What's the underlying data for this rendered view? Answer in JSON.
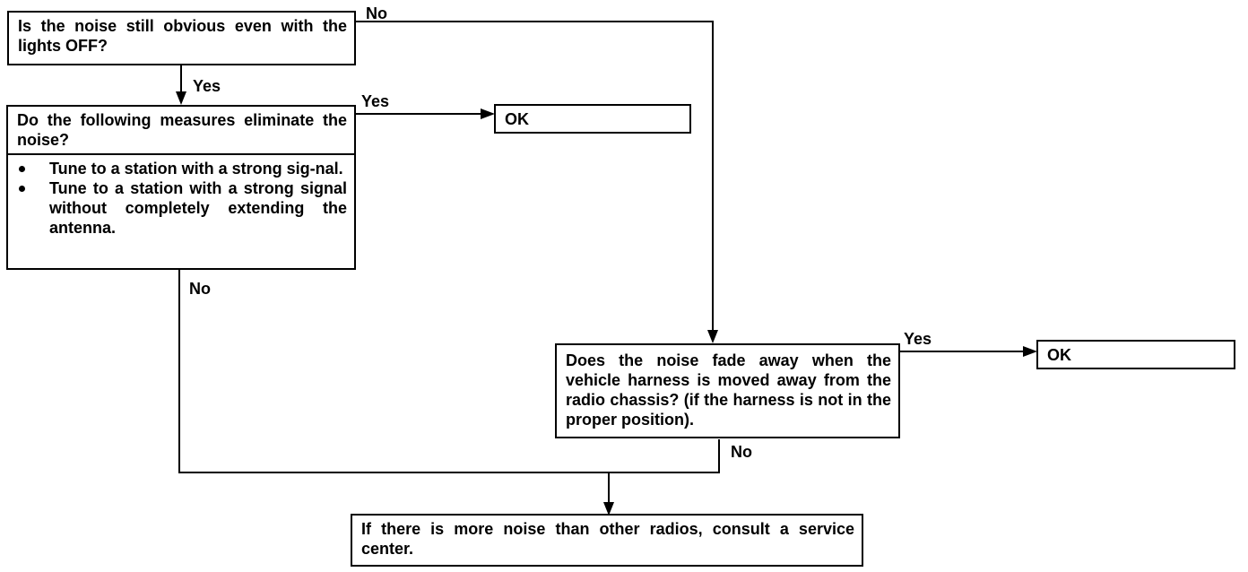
{
  "q1": "Is the noise still obvious even with the lights OFF?",
  "q2": "Do the following measures eliminate the noise?",
  "q2_bullets": [
    "Tune to a station with a strong sig-nal.",
    "Tune to a station with a strong signal without completely extending the antenna."
  ],
  "ok1": "OK",
  "q3": "Does the noise fade away when the vehicle harness is moved away from the radio chassis? (if the harness is not in the proper position).",
  "ok2": "OK",
  "end": "If there is more noise than other radios, consult a service center.",
  "labels": {
    "no": "No",
    "yes": "Yes"
  }
}
